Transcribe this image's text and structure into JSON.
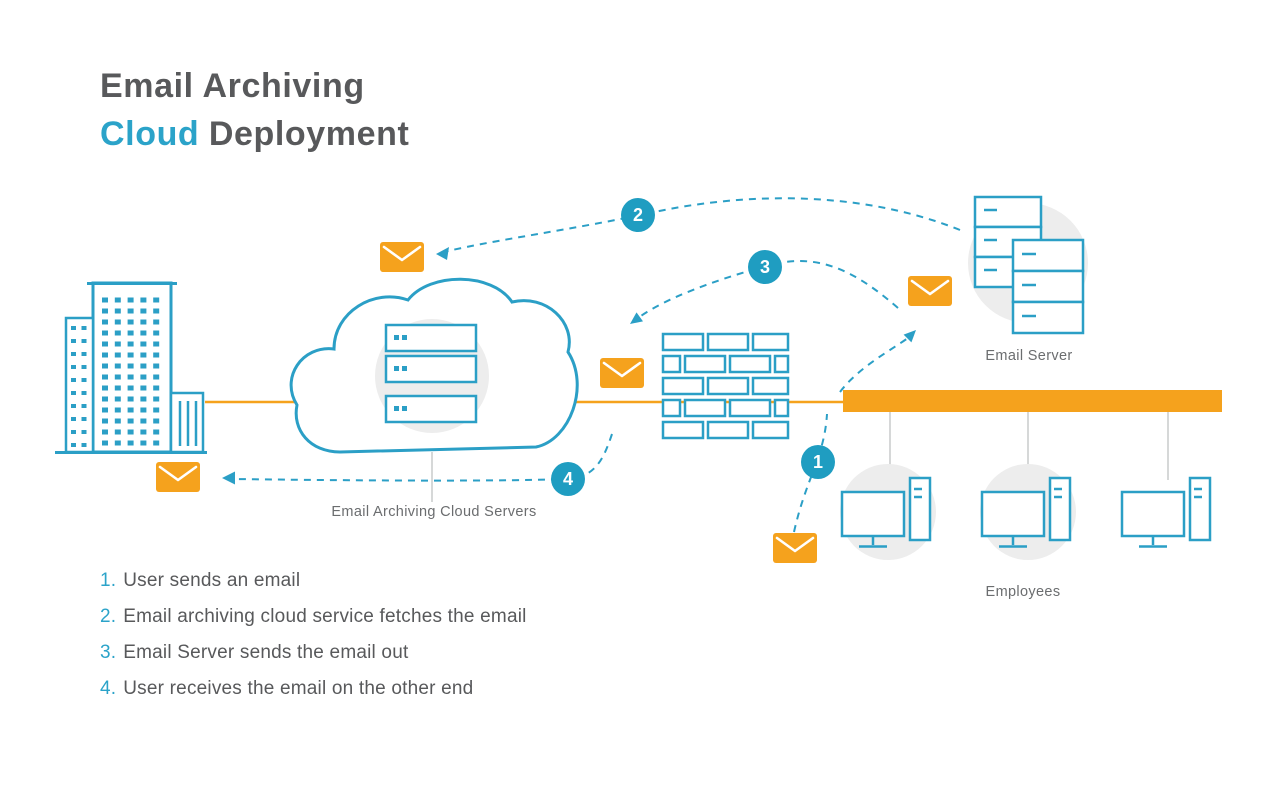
{
  "title": {
    "line1": "Email Archiving",
    "line2_accent": "Cloud",
    "line2_rest": "Deployment"
  },
  "badges": [
    "1",
    "2",
    "3",
    "4"
  ],
  "labels": {
    "cloud_servers": "Email Archiving Cloud Servers",
    "email_server": "Email Server",
    "employees": "Employees"
  },
  "legend": [
    {
      "num": "1.",
      "text": "User sends an email"
    },
    {
      "num": "2.",
      "text": "Email archiving cloud service fetches the email"
    },
    {
      "num": "3.",
      "text": "Email Server sends the email out"
    },
    {
      "num": "4.",
      "text": "User receives the email on the other end"
    }
  ],
  "colors": {
    "blue": "#2b9fc6",
    "badge-teal": "#1f9dc1",
    "orange": "#f5a21d",
    "text-gray": "#58595b",
    "accent-title": "#2ba3c9"
  }
}
